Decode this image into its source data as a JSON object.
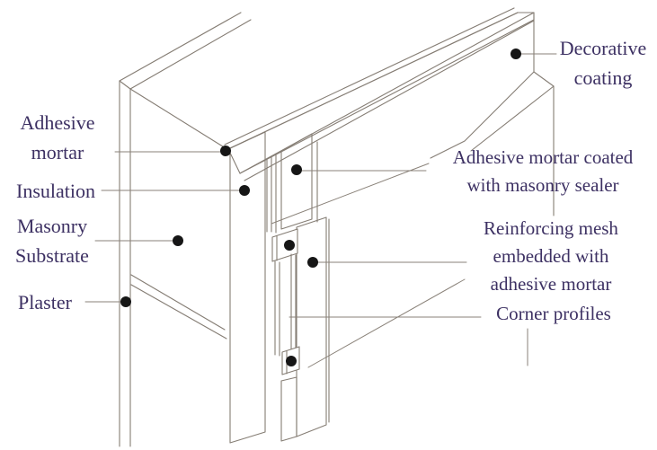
{
  "figure": {
    "type": "construction-detail-diagram",
    "description": "Isometric cutaway detail of an externally insulated wall corner showing layer build-up",
    "colors": {
      "label_text": "#3d3163",
      "line": "#857d74",
      "leader": "#8a8279",
      "dot": "#161616",
      "background": "#ffffff"
    },
    "labels": {
      "adhesive_mortar": {
        "line1": "Adhesive",
        "line2": "mortar"
      },
      "insulation": {
        "line1": "Insulation"
      },
      "masonry_substrate": {
        "line1": "Masonry",
        "line2": "Substrate"
      },
      "plaster": {
        "line1": "Plaster"
      },
      "decorative_coating": {
        "line1": "Decorative",
        "line2": "coating"
      },
      "adhesive_mortar_sealer": {
        "line1": "Adhesive mortar coated",
        "line2": "with masonry sealer"
      },
      "reinforcing_mesh": {
        "line1": "Reinforcing mesh",
        "line2": "embedded with",
        "line3": "adhesive mortar"
      },
      "corner_profiles": {
        "line1": "Corner profiles"
      }
    }
  }
}
